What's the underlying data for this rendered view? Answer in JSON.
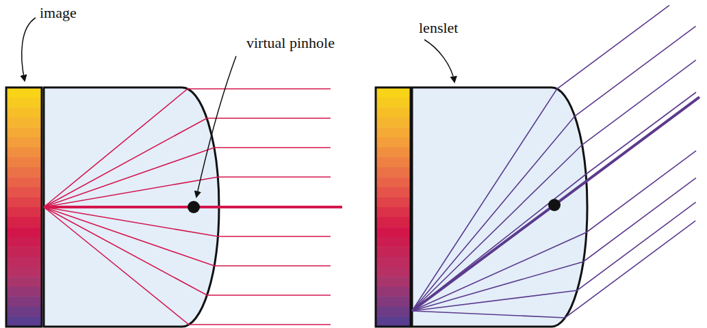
{
  "diagram": {
    "labels": [
      "image",
      "virtual pinhole",
      "lenslet"
    ]
  }
}
